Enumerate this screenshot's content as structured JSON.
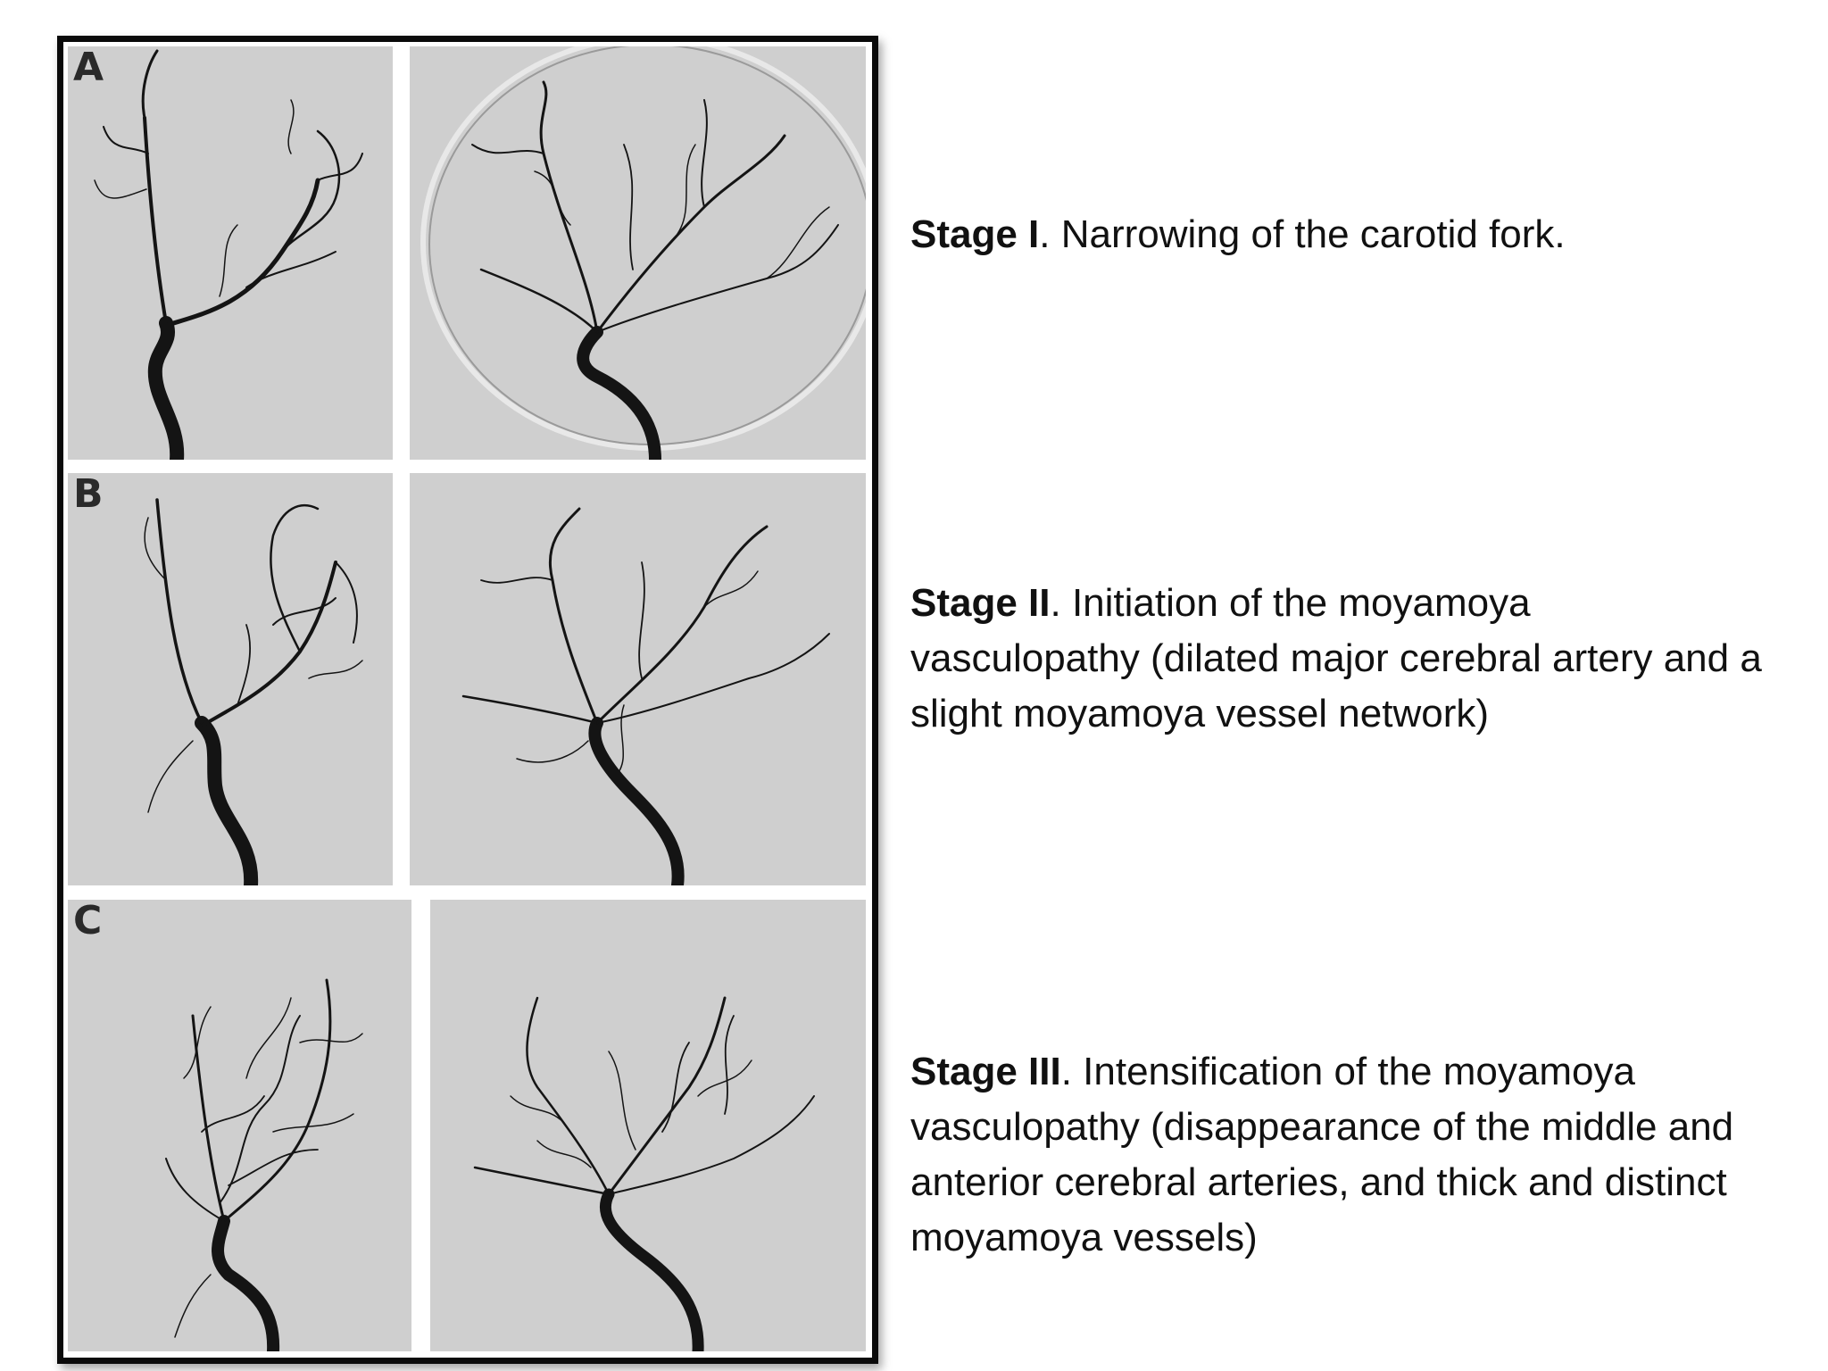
{
  "figure": {
    "rows": [
      {
        "label": "A",
        "stage_title": "Stage I",
        "stage_text": ". Narrowing of the carotid fork."
      },
      {
        "label": "B",
        "stage_title": "Stage II",
        "stage_text": ". Initiation of the moyamoya vasculopathy (dilated major cerebral artery and a slight moyamoya vessel network)"
      },
      {
        "label": "C",
        "stage_title": "Stage III",
        "stage_text": ". Intensification of the moyamoya vasculopathy (disappearance of the middle and anterior cerebral arteries, and thick and distinct moyamoya vessels)"
      }
    ]
  },
  "colors": {
    "panel_background": "#cfcfcf",
    "vessel": "#141414",
    "frame_border": "#0a0a0a"
  }
}
